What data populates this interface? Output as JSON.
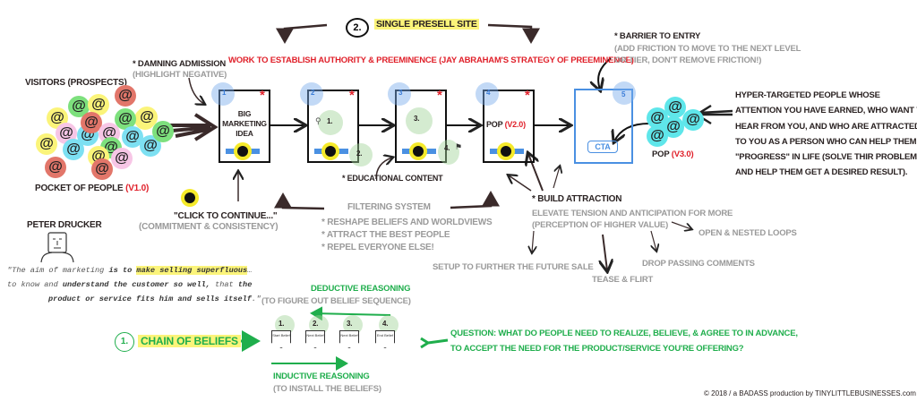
{
  "header": {
    "step2_number": "2.",
    "step2_title": "Single Presell Site",
    "subtitle": "Work to establish authority & preeminence (Jay Abraham's strategy of preeminence)"
  },
  "left": {
    "visitors_label": "Visitors (Prospects)",
    "pocket_label": "Pocket of People",
    "pocket_version": "(v1.0)",
    "at_symbol": "@",
    "damning_title": "* Damning Admission",
    "damning_sub": "(Highlight negative)",
    "click_title": "\"Click to continue...\"",
    "click_sub": "(Commitment & Consistency)"
  },
  "pages": [
    {
      "number": "1",
      "star": "*",
      "content": "Big Marketing Idea"
    },
    {
      "number": "2",
      "star": "*",
      "beliefs": [
        "1.",
        "2."
      ]
    },
    {
      "number": "3",
      "star": "*",
      "beliefs": [
        "3.",
        "4."
      ]
    },
    {
      "number": "4",
      "star": "*",
      "content": "PoP",
      "version": "(v2.0)"
    },
    {
      "number": "5",
      "cta": "CTA"
    }
  ],
  "educational": "* Educational content",
  "barrier": {
    "title": "* Barrier to Entry",
    "line1": "(Add friction to move to the next level",
    "line2": "or tier, don't remove friction!)"
  },
  "pop3": {
    "label": "PoP",
    "version": "(v3.0)"
  },
  "hyper": [
    "Hyper-targeted people whose",
    "attention you have earned, who want to",
    "hear from you, and who are attracted",
    "to you as a person who can help them",
    "\"progress\" in life (solve thir problem",
    "and help them get a desired result)."
  ],
  "filtering": {
    "title": "Filtering System",
    "items": [
      "* Reshape beliefs and worldviews",
      "* Attract the best people",
      "* Repel everyone else!"
    ]
  },
  "attraction": {
    "title": "* Build Attraction",
    "line1": "Elevate tension and anticipation for more",
    "line2": "(Perception of higher value)",
    "branches": [
      "Setup to further the future sale",
      "Tease & Flirt",
      "Drop passing comments",
      "Open & nested loops"
    ]
  },
  "drucker": {
    "name": "Peter Drucker",
    "quote_l1a": "\"The aim of marketing ",
    "quote_l1b": "is to ",
    "quote_l1c": "make selling superfluous",
    "quote_l1d": "…",
    "quote_l2a": "to know and ",
    "quote_l2b": "understand the customer so well,",
    "quote_l2c": " that ",
    "quote_l2d": "the",
    "quote_l3a": "product or service fits him and sells itself",
    "quote_l3b": ".\""
  },
  "chain": {
    "number": "1.",
    "title": "Chain of Beliefs",
    "deductive_title": "Deductive Reasoning",
    "deductive_sub": "(To figure out belief sequence)",
    "inductive_title": "Inductive Reasoning",
    "inductive_sub": "(To install the beliefs)",
    "beliefs": [
      {
        "num": "1.",
        "label": "Start Belief"
      },
      {
        "num": "2.",
        "label": "Next Belief"
      },
      {
        "num": "3.",
        "label": "Next Belief"
      },
      {
        "num": "4.",
        "label": "End Belief"
      }
    ],
    "question_l1": "Question: What do people need to realize, believe, & agree to in advance,",
    "question_l2": "to accept the need for the product/service you're offering?"
  },
  "footer": "© 2018 / a BADASS production by TINYLITTLEBUSINESSES.com",
  "colors": {
    "red": "#e0202a",
    "green": "#1fae4c",
    "blue": "#4a90e2",
    "highlight": "#fbf47a"
  }
}
